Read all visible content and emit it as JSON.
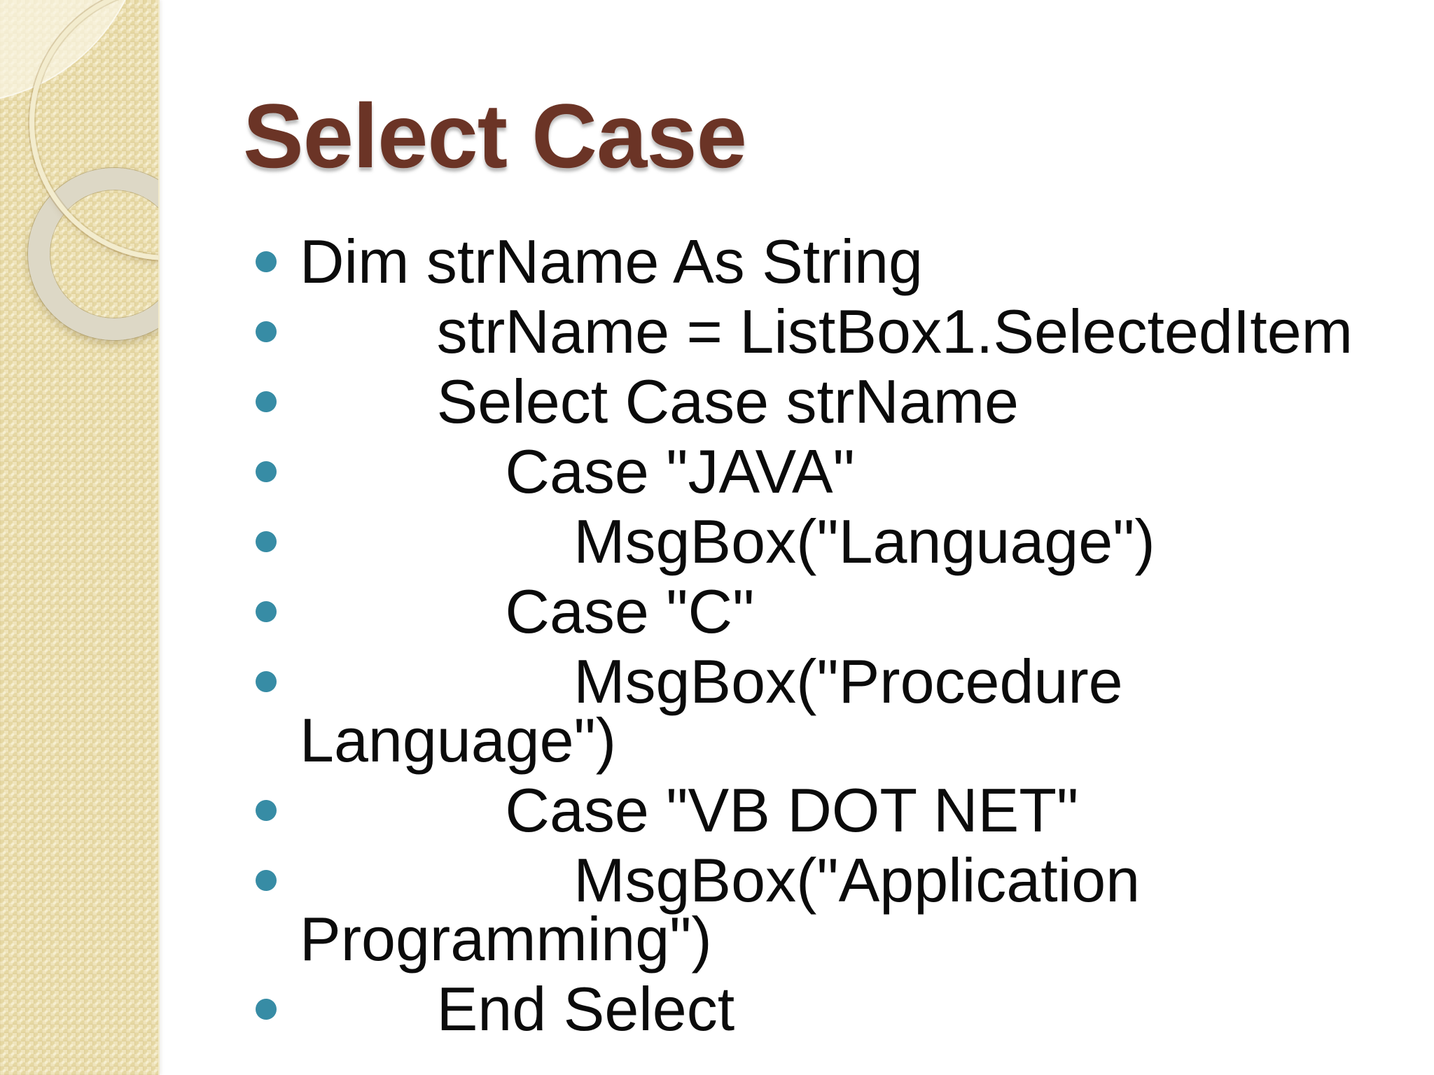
{
  "slide": {
    "title": "Select Case",
    "code_lines": [
      "Dim strName As String",
      "        strName = ListBox1.SelectedItem",
      "        Select Case strName",
      "            Case \"JAVA\"",
      "                MsgBox(\"Language\")",
      "            Case \"C\"",
      "                MsgBox(\"Procedure Language\")",
      "            Case \"VB DOT NET\"",
      "                MsgBox(\"Application Programming\")",
      "        End Select"
    ],
    "colors": {
      "background": "#FFFFFF",
      "sidebar_base": "#E8DCAC",
      "title": "#6B3426",
      "bullet": "#378CA5",
      "body_text": "#0B0B0B"
    }
  }
}
